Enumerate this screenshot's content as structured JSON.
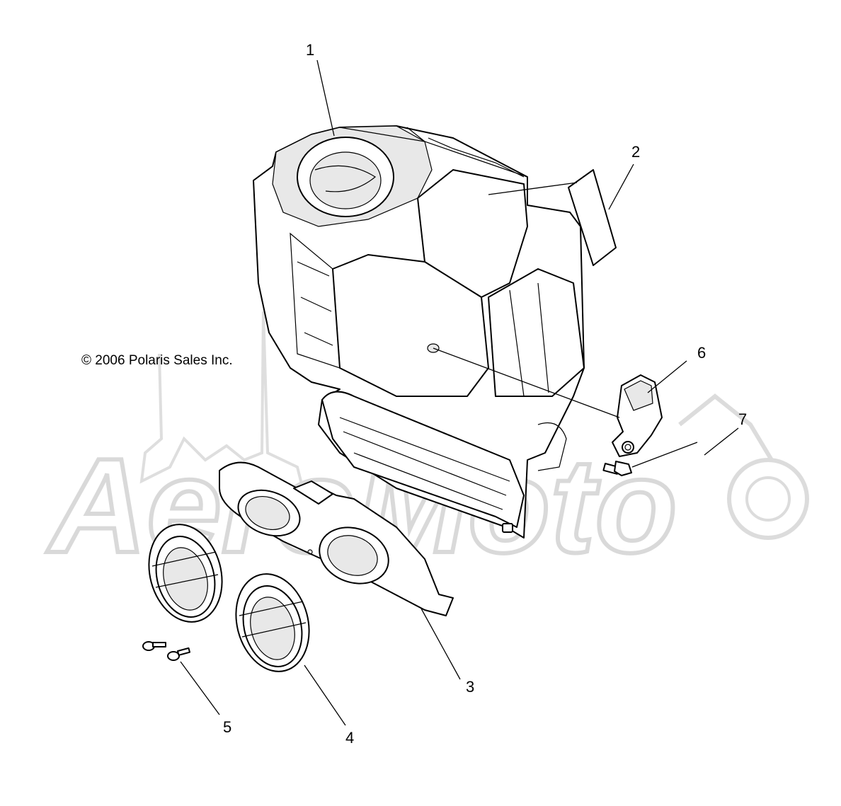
{
  "copyright": "© 2006 Polaris Sales Inc.",
  "watermark": "AeroMoto",
  "callouts": [
    {
      "id": "1",
      "label": "1"
    },
    {
      "id": "2",
      "label": "2"
    },
    {
      "id": "3",
      "label": "3"
    },
    {
      "id": "4",
      "label": "4"
    },
    {
      "id": "5",
      "label": "5"
    },
    {
      "id": "6",
      "label": "6"
    },
    {
      "id": "7",
      "label": "7"
    }
  ],
  "colors": {
    "line": "#000000",
    "watermark": "#d9d9d9",
    "background": "#ffffff"
  }
}
